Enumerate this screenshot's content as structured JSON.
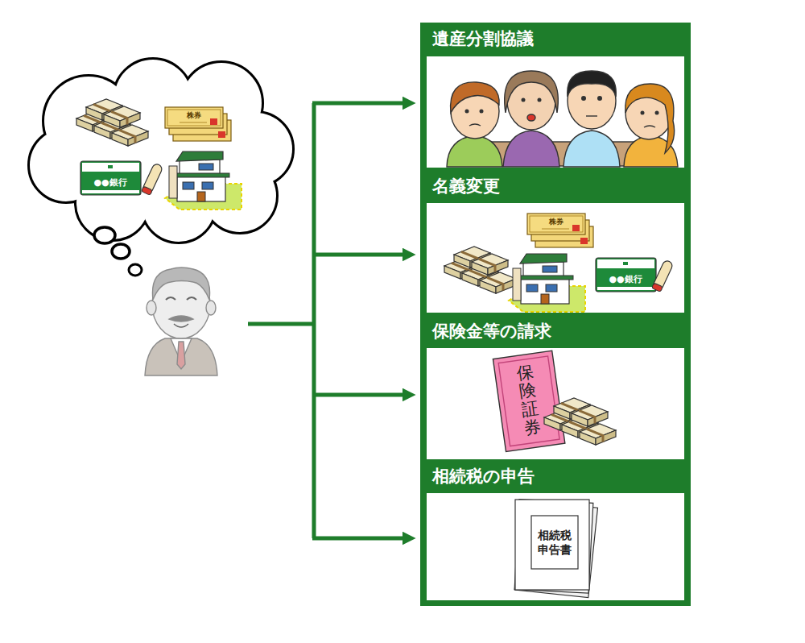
{
  "diagram": {
    "nodes": [
      {
        "text": [
          "株券",
          "●●銀行"
        ]
      },
      {
        "text": [
          "遺産分割協議"
        ]
      },
      {
        "text": [
          "名義変更",
          "株券",
          "●●銀行"
        ]
      },
      {
        "text": [
          "保険金等の請求",
          "保険証券"
        ]
      },
      {
        "text": [
          "相続税の申告",
          "相続税 申告書"
        ]
      }
    ]
  }
}
